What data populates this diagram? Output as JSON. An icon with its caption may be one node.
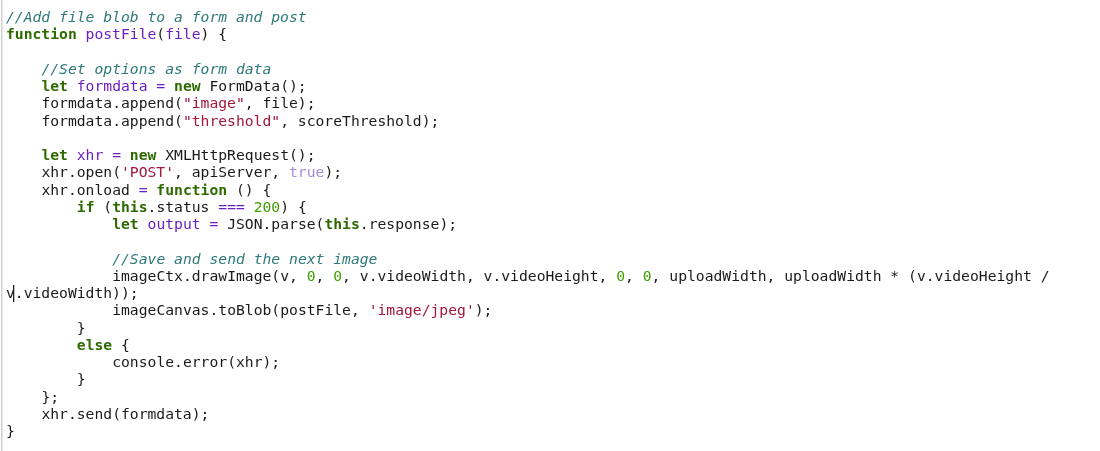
{
  "diagram": {
    "labels": [
      "//Add file blob to a form and post",
      "function postFile(file) {",
      "//Set options as form data",
      "let formdata = new FormData();",
      "formdata.append(\"image\", file);",
      "formdata.append(\"threshold\", scoreThreshold);",
      "let xhr = new XMLHttpRequest();",
      "xhr.open('POST', apiServer, true);",
      "xhr.onload = function () {",
      "if (this.status === 200) {",
      "let output = JSON.parse(this.response);",
      "//Save and send the next image",
      "imageCtx.drawImage(v, 0, 0, v.videoWidth, v.videoHeight, 0, 0, uploadWidth, uploadWidth * (v.videoHeight /",
      "v.videoWidth));",
      "imageCanvas.toBlob(postFile, 'image/jpeg');",
      "}",
      "else {",
      "console.error(xhr);",
      "}",
      "};",
      "xhr.send(formdata);",
      "}"
    ]
  }
}
